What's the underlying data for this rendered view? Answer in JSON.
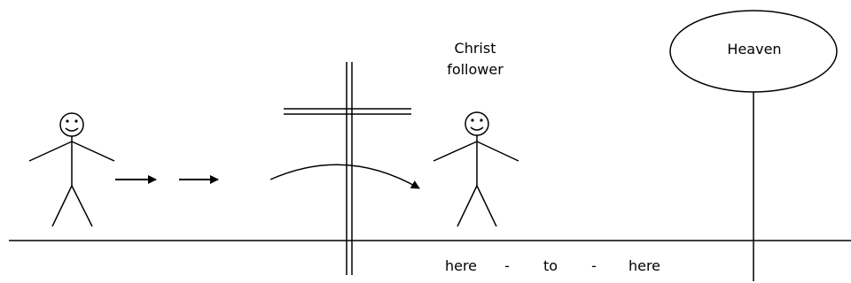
{
  "labels": {
    "christ_line1": "Christ",
    "christ_line2": "follower",
    "heaven": "Heaven",
    "path_here_1": "here",
    "path_dash_1": "-",
    "path_to": "to",
    "path_dash_2": "-",
    "path_here_2": "here"
  }
}
